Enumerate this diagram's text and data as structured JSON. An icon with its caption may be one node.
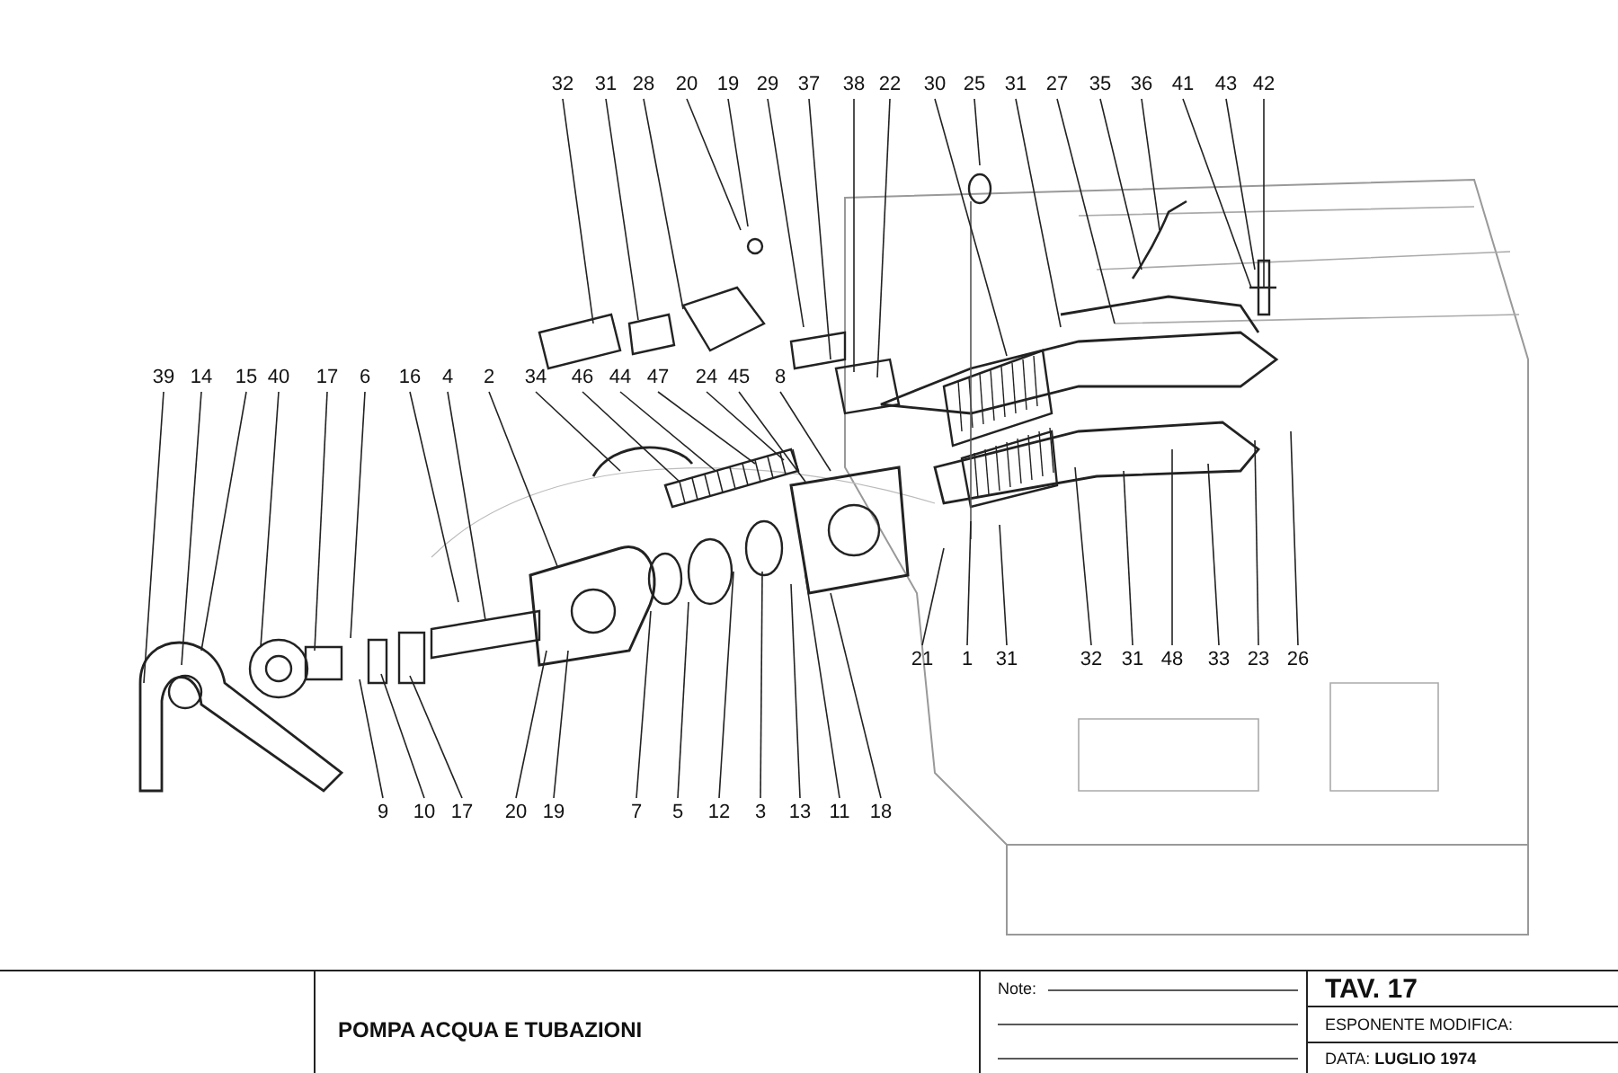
{
  "diagram": {
    "title": "POMPA ACQUA E TUBAZIONI",
    "nodes": [
      {
        "text": [
          "32"
        ]
      },
      {
        "text": [
          "31"
        ]
      },
      {
        "text": [
          "28"
        ]
      },
      {
        "text": [
          "20"
        ]
      },
      {
        "text": [
          "19"
        ]
      },
      {
        "text": [
          "29"
        ]
      },
      {
        "text": [
          "37"
        ]
      },
      {
        "text": [
          "38"
        ]
      },
      {
        "text": [
          "22"
        ]
      },
      {
        "text": [
          "30"
        ]
      },
      {
        "text": [
          "25"
        ]
      },
      {
        "text": [
          "31"
        ]
      },
      {
        "text": [
          "27"
        ]
      },
      {
        "text": [
          "35"
        ]
      },
      {
        "text": [
          "36"
        ]
      },
      {
        "text": [
          "41"
        ]
      },
      {
        "text": [
          "43"
        ]
      },
      {
        "text": [
          "42"
        ]
      },
      {
        "text": [
          "39"
        ]
      },
      {
        "text": [
          "14"
        ]
      },
      {
        "text": [
          "15"
        ]
      },
      {
        "text": [
          "40"
        ]
      },
      {
        "text": [
          "17"
        ]
      },
      {
        "text": [
          "6"
        ]
      },
      {
        "text": [
          "16"
        ]
      },
      {
        "text": [
          "4"
        ]
      },
      {
        "text": [
          "2"
        ]
      },
      {
        "text": [
          "34"
        ]
      },
      {
        "text": [
          "46"
        ]
      },
      {
        "text": [
          "44"
        ]
      },
      {
        "text": [
          "47"
        ]
      },
      {
        "text": [
          "24"
        ]
      },
      {
        "text": [
          "45"
        ]
      },
      {
        "text": [
          "8"
        ]
      },
      {
        "text": [
          "21"
        ]
      },
      {
        "text": [
          "1"
        ]
      },
      {
        "text": [
          "31"
        ]
      },
      {
        "text": [
          "32"
        ]
      },
      {
        "text": [
          "31"
        ]
      },
      {
        "text": [
          "48"
        ]
      },
      {
        "text": [
          "33"
        ]
      },
      {
        "text": [
          "23"
        ]
      },
      {
        "text": [
          "26"
        ]
      },
      {
        "text": [
          "9"
        ]
      },
      {
        "text": [
          "10"
        ]
      },
      {
        "text": [
          "17"
        ]
      },
      {
        "text": [
          "20"
        ]
      },
      {
        "text": [
          "19"
        ]
      },
      {
        "text": [
          "7"
        ]
      },
      {
        "text": [
          "5"
        ]
      },
      {
        "text": [
          "12"
        ]
      },
      {
        "text": [
          "3"
        ]
      },
      {
        "text": [
          "13"
        ]
      },
      {
        "text": [
          "11"
        ]
      },
      {
        "text": [
          "18"
        ]
      }
    ],
    "edges": [
      {
        "from": 0,
        "to": null,
        "arrow": "none"
      },
      {
        "from": 1,
        "to": null,
        "arrow": "none"
      },
      {
        "from": 2,
        "to": null,
        "arrow": "none"
      },
      {
        "from": 3,
        "to": null,
        "arrow": "none"
      },
      {
        "from": 4,
        "to": null,
        "arrow": "none"
      },
      {
        "from": 5,
        "to": null,
        "arrow": "none"
      },
      {
        "from": 6,
        "to": null,
        "arrow": "none"
      },
      {
        "from": 7,
        "to": null,
        "arrow": "none"
      },
      {
        "from": 8,
        "to": null,
        "arrow": "none"
      },
      {
        "from": 9,
        "to": null,
        "arrow": "none"
      },
      {
        "from": 10,
        "to": null,
        "arrow": "none"
      },
      {
        "from": 11,
        "to": null,
        "arrow": "none"
      },
      {
        "from": 12,
        "to": null,
        "arrow": "none"
      },
      {
        "from": 13,
        "to": null,
        "arrow": "none"
      },
      {
        "from": 14,
        "to": null,
        "arrow": "none"
      },
      {
        "from": 15,
        "to": null,
        "arrow": "none"
      },
      {
        "from": 16,
        "to": null,
        "arrow": "none"
      },
      {
        "from": 17,
        "to": null,
        "arrow": "none"
      },
      {
        "from": 18,
        "to": null,
        "arrow": "none"
      },
      {
        "from": 19,
        "to": null,
        "arrow": "none"
      },
      {
        "from": 20,
        "to": null,
        "arrow": "none"
      },
      {
        "from": 21,
        "to": null,
        "arrow": "none"
      },
      {
        "from": 22,
        "to": null,
        "arrow": "none"
      },
      {
        "from": 23,
        "to": null,
        "arrow": "none"
      },
      {
        "from": 24,
        "to": null,
        "arrow": "none"
      },
      {
        "from": 25,
        "to": null,
        "arrow": "none"
      },
      {
        "from": 26,
        "to": null,
        "arrow": "none"
      },
      {
        "from": 27,
        "to": null,
        "arrow": "none"
      },
      {
        "from": 28,
        "to": null,
        "arrow": "none"
      },
      {
        "from": 29,
        "to": null,
        "arrow": "none"
      },
      {
        "from": 30,
        "to": null,
        "arrow": "none"
      },
      {
        "from": 31,
        "to": null,
        "arrow": "none"
      },
      {
        "from": 32,
        "to": null,
        "arrow": "none"
      },
      {
        "from": 33,
        "to": null,
        "arrow": "none"
      },
      {
        "from": 34,
        "to": null,
        "arrow": "none"
      },
      {
        "from": 35,
        "to": null,
        "arrow": "none"
      },
      {
        "from": 36,
        "to": null,
        "arrow": "none"
      },
      {
        "from": 37,
        "to": null,
        "arrow": "none"
      },
      {
        "from": 38,
        "to": null,
        "arrow": "none"
      },
      {
        "from": 39,
        "to": null,
        "arrow": "none"
      },
      {
        "from": 40,
        "to": null,
        "arrow": "none"
      },
      {
        "from": 41,
        "to": null,
        "arrow": "none"
      },
      {
        "from": 42,
        "to": null,
        "arrow": "none"
      },
      {
        "from": 43,
        "to": null,
        "arrow": "none"
      },
      {
        "from": 44,
        "to": null,
        "arrow": "none"
      },
      {
        "from": 45,
        "to": null,
        "arrow": "none"
      },
      {
        "from": 46,
        "to": null,
        "arrow": "none"
      },
      {
        "from": 47,
        "to": null,
        "arrow": "none"
      },
      {
        "from": 48,
        "to": null,
        "arrow": "none"
      },
      {
        "from": 49,
        "to": null,
        "arrow": "none"
      },
      {
        "from": 50,
        "to": null,
        "arrow": "none"
      },
      {
        "from": 51,
        "to": null,
        "arrow": "none"
      },
      {
        "from": 52,
        "to": null,
        "arrow": "none"
      },
      {
        "from": 53,
        "to": null,
        "arrow": "none"
      },
      {
        "from": 54,
        "to": null,
        "arrow": "none"
      }
    ],
    "labels": [
      "Note:",
      "TAV. 17",
      "ESPONENTE MODIFICA:",
      "DATA: **LUGLIO 1974**"
    ]
  }
}
